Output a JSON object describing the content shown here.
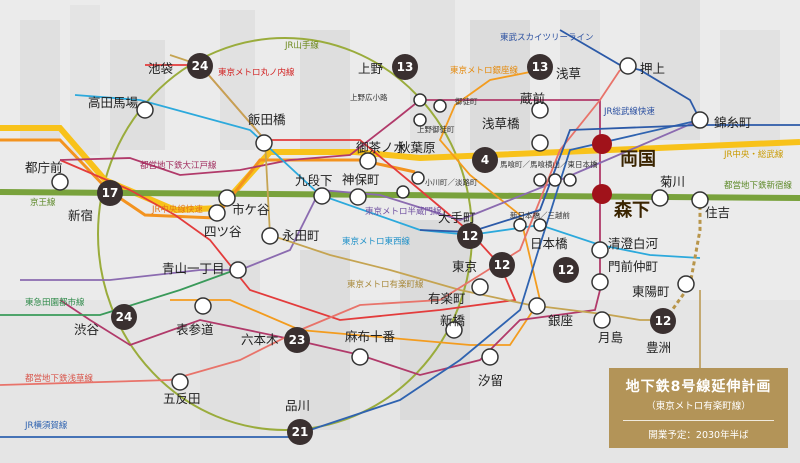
{
  "lines": {
    "yamanote": "JR山手線",
    "marunouchi": "東京メトロ丸ノ内線",
    "ginza": "東京メトロ銀座線",
    "skytree": "東武スカイツリーライン",
    "sobu_rapid": "JR総武線快速",
    "chuo_sobu": "JR中央・総武線",
    "oedo": "都営地下鉄大江戸線",
    "shinjuku_line": "都営地下鉄新宿線",
    "chuo_rapid": "JR中央線快速",
    "hanzomon": "東京メトロ半蔵門線",
    "tozai": "東京メトロ東西線",
    "yurakucho": "東京メトロ有楽町線",
    "keio": "京王線",
    "denentoshi": "東急田園都市線",
    "asakusa": "都営地下鉄浅草線",
    "yokosuka": "JR横須賀線"
  },
  "stations": {
    "ikebukuro": "池袋",
    "takadanobaba": "高田馬場",
    "tochomae": "都庁前",
    "shinjuku": "新宿",
    "ichigaya": "市ケ谷",
    "yotsuya": "四ツ谷",
    "iidabashi": "飯田橋",
    "kudanshita": "九段下",
    "jimbocho": "神保町",
    "nagatacho": "永田町",
    "aoyama": "青山一丁目",
    "omotesando": "表参道",
    "shibuya": "渋谷",
    "roppongi": "六本木",
    "azabujuban": "麻布十番",
    "gotanda": "五反田",
    "shinagawa": "品川",
    "shiodome": "汐留",
    "shimbashi": "新橋",
    "yurakucho": "有楽町",
    "ginza": "銀座",
    "tokyo": "東京",
    "nihombashi": "日本橋",
    "otemachi": "大手町",
    "ochanomizu": "御茶ノ水",
    "akihabara": "秋葉原",
    "ueno": "上野",
    "uenohirokoji": "上野広小路",
    "okachimachi": "御徒町",
    "uenookachimachi": "上野御徒町",
    "ogawamachi": "小川町／淡路町",
    "asakusabashi": "浅草橋",
    "kuramae": "蔵前",
    "asakusa": "浅草",
    "oshiage": "押上",
    "kinshicho": "錦糸町",
    "ryogoku": "両国",
    "morishita": "森下",
    "kikukawa": "菊川",
    "sumiyoshi": "住吉",
    "bakurocho": "馬喰町／馬喰横山／東日本橋",
    "shinnihombashi": "新日本橋／三越前",
    "kiyosumi": "清澄白河",
    "monzen": "門前仲町",
    "toyocho": "東陽町",
    "tsukishima": "月島",
    "toyosu": "豊洲"
  },
  "times": {
    "ikebukuro": "24",
    "ueno": "13",
    "asakusa": "13",
    "akihabara": "4",
    "shinjuku": "17",
    "otemachi": "12",
    "tokyo": "12",
    "nihombashi": "12",
    "shibuya": "24",
    "roppongi": "23",
    "shinagawa": "21",
    "toyosu": "12"
  },
  "callout": {
    "title": "地下鉄8号線延伸計画",
    "subtitle": "（東京メトロ有楽町線）",
    "note": "開業予定：2030年半ば"
  },
  "colors": {
    "yamanote": "#9aac3c",
    "marunouchi": "#e33c3c",
    "ginza": "#f39c1f",
    "chuo_sobu": "#f8c21a",
    "shinjuku": "#79a23c",
    "oedo": "#b13a6a",
    "hanzomon": "#8b6bb0",
    "tozai": "#2ca9dc",
    "yurakucho": "#c5a452",
    "asakusa": "#e8736a",
    "chuo_rapid": "#f3931f",
    "highlight": "#a0121a"
  }
}
